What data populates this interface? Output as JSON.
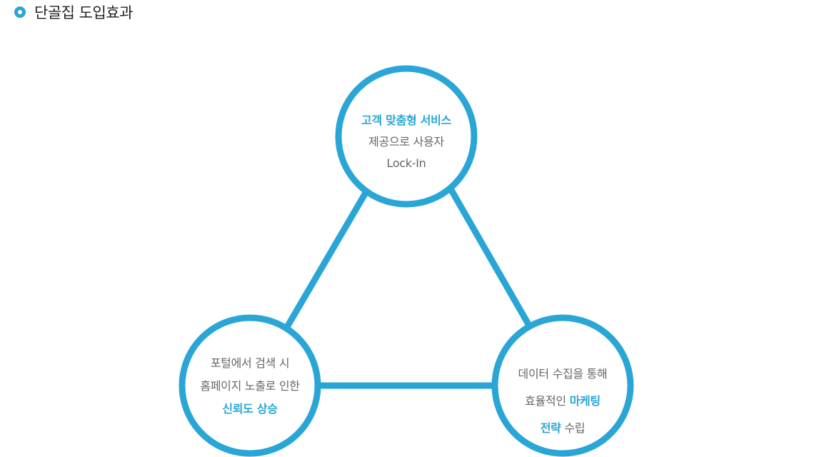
{
  "header": {
    "title": "단골집 도입효과",
    "accent": "#2aa6d6"
  },
  "diagram": {
    "line_color": "#2aa6d6",
    "nodes": {
      "top": {
        "line1": "고객 맞춤형 서비스",
        "line2": "제공으로 사용자",
        "line3": "Lock-In"
      },
      "left": {
        "line1": "포털에서 검색 시",
        "line2": "홈페이지 노출로 인한",
        "line3": "신뢰도 상승"
      },
      "right": {
        "line1": "데이터 수집을 통해",
        "line2a": "효율적인 ",
        "line2b": "마케팅",
        "line3a": "전략",
        "line3b": " 수립"
      }
    }
  }
}
